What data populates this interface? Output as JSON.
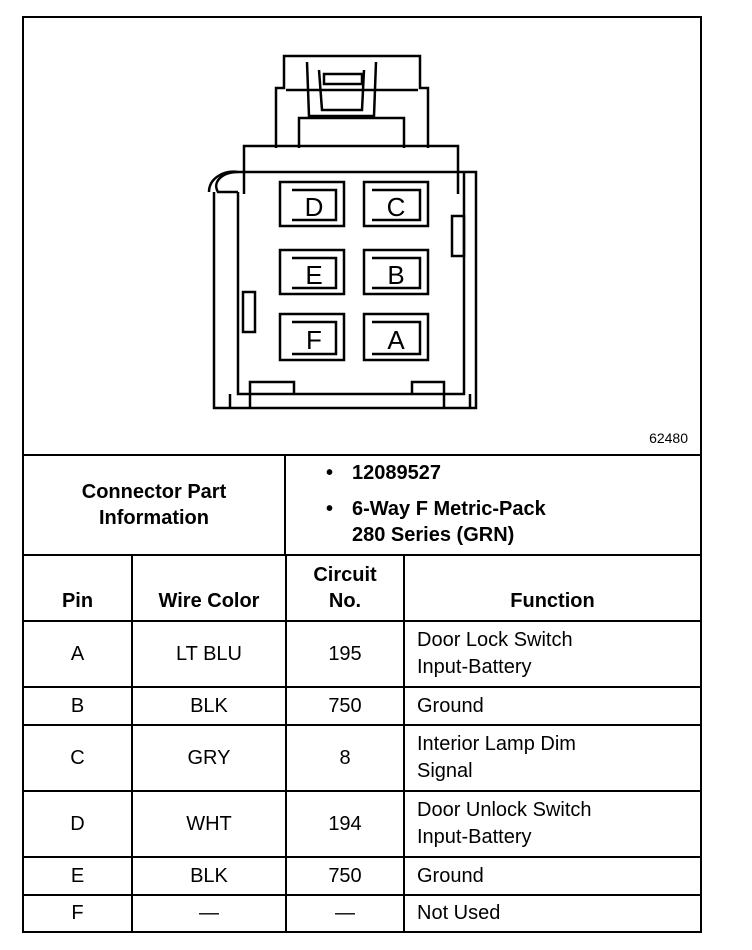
{
  "figure_id": "62480",
  "connector": {
    "pin_labels": [
      "D",
      "C",
      "E",
      "B",
      "F",
      "A"
    ]
  },
  "part_info": {
    "label_line1": "Connector Part",
    "label_line2": "Information",
    "part_number": "12089527",
    "description_line1": "6-Way F Metric-Pack",
    "description_line2": "280 Series (GRN)"
  },
  "table": {
    "headers": {
      "pin": "Pin",
      "wire_color": "Wire Color",
      "circuit_line1": "Circuit",
      "circuit_line2": "No.",
      "function": "Function"
    },
    "rows": [
      {
        "pin": "A",
        "wire_color": "LT BLU",
        "circuit": "195",
        "function_line1": "Door Lock Switch",
        "function_line2": "Input-Battery"
      },
      {
        "pin": "B",
        "wire_color": "BLK",
        "circuit": "750",
        "function_line1": "Ground",
        "function_line2": ""
      },
      {
        "pin": "C",
        "wire_color": "GRY",
        "circuit": "8",
        "function_line1": "Interior Lamp Dim",
        "function_line2": "Signal"
      },
      {
        "pin": "D",
        "wire_color": "WHT",
        "circuit": "194",
        "function_line1": "Door Unlock Switch",
        "function_line2": "Input-Battery"
      },
      {
        "pin": "E",
        "wire_color": "BLK",
        "circuit": "750",
        "function_line1": "Ground",
        "function_line2": ""
      },
      {
        "pin": "F",
        "wire_color": "—",
        "circuit": "—",
        "function_line1": "Not Used",
        "function_line2": ""
      }
    ]
  }
}
